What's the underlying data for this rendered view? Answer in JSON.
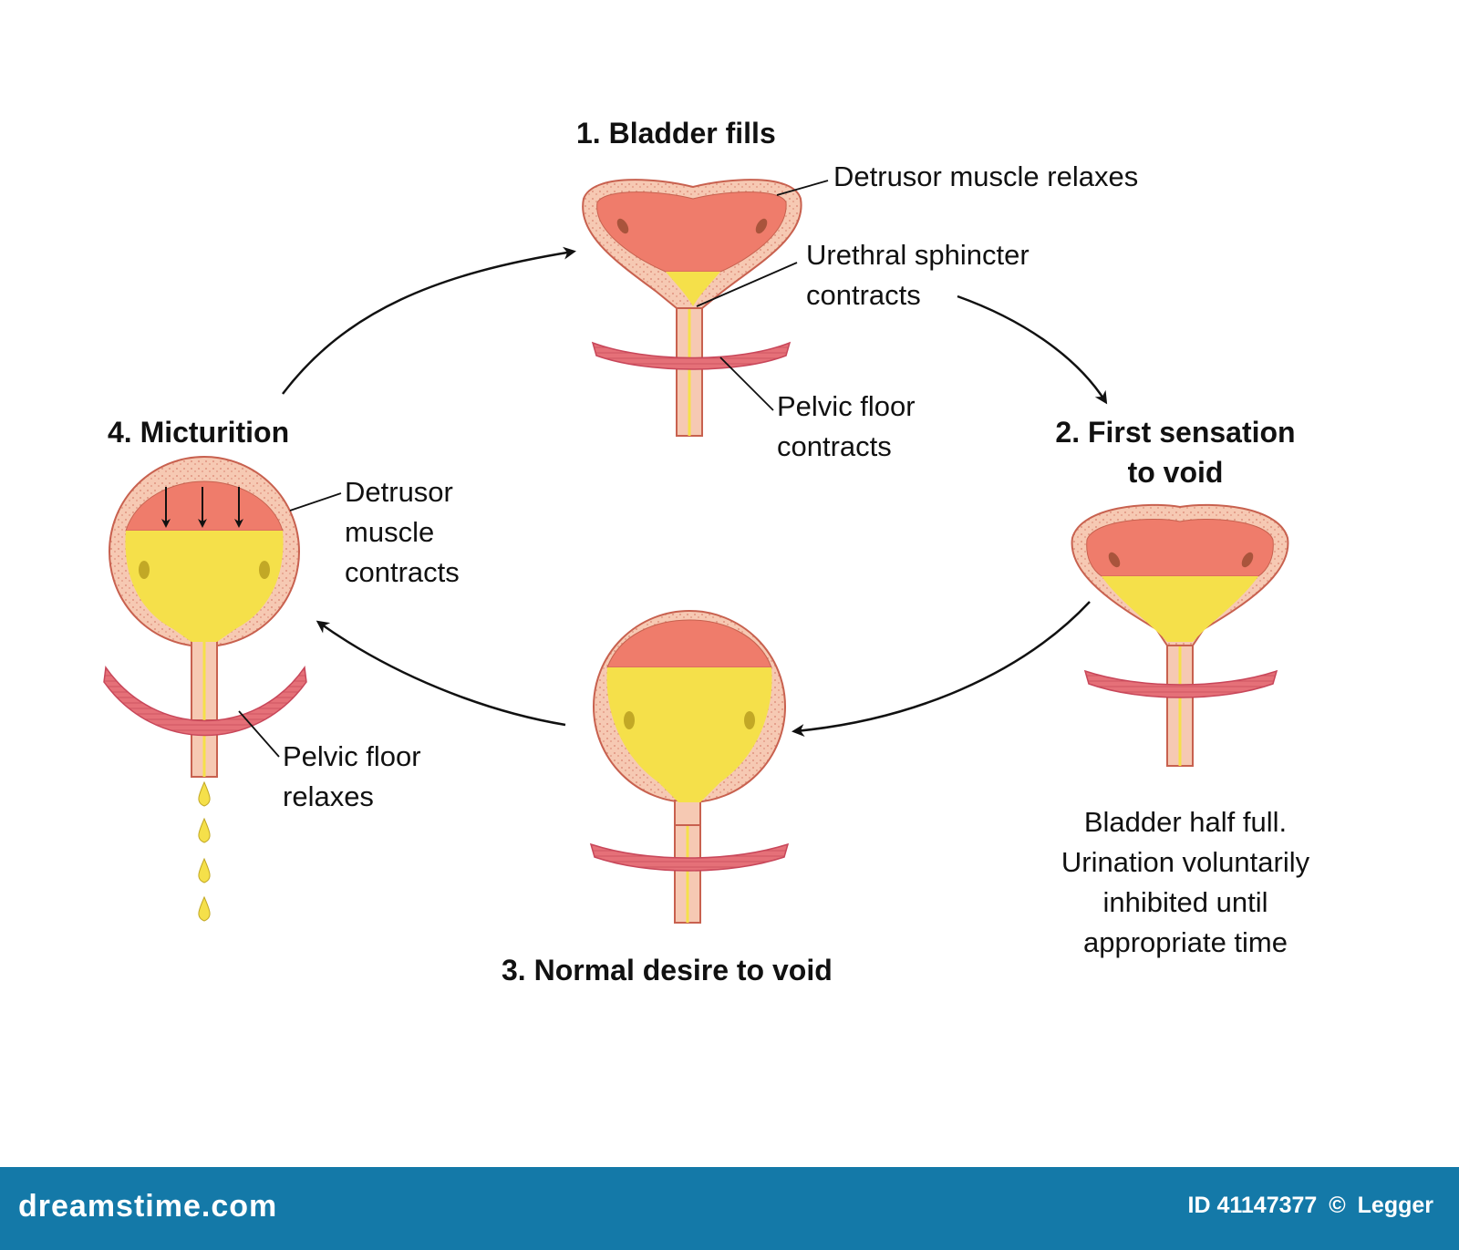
{
  "stages": [
    {
      "title": "1. Bladder fills"
    },
    {
      "title_line1": "2. First sensation",
      "title_line2": "to void"
    },
    {
      "title": "3. Normal desire to void"
    },
    {
      "title": "4. Micturition"
    }
  ],
  "labels": {
    "detrusor_relaxes": "Detrusor muscle relaxes",
    "sphincter_line1": "Urethral sphincter",
    "sphincter_line2": "contracts",
    "pelvic_contracts_line1": "Pelvic floor",
    "pelvic_contracts_line2": "contracts",
    "detrusor_contracts_line1": "Detrusor",
    "detrusor_contracts_line2": "muscle",
    "detrusor_contracts_line3": "contracts",
    "pelvic_relaxes_line1": "Pelvic floor",
    "pelvic_relaxes_line2": "relaxes"
  },
  "note": {
    "line1": "Bladder half full.",
    "line2": "Urination voluntarily",
    "line3": "inhibited until",
    "line4": "appropriate time"
  },
  "footer": {
    "brand": "dreamstime.com",
    "id": "ID 41147377",
    "copyright_symbol": "©",
    "author": "Legger"
  },
  "colors": {
    "wall": "#f6c9b3",
    "muscle": "#ef7c6b",
    "urine": "#f5e04a",
    "pelvic": "#e57078",
    "footer": "#1479a8"
  },
  "fill_levels": {
    "stage1": 0.15,
    "stage2": 0.5,
    "stage3": 0.75,
    "stage4": 0.85
  }
}
